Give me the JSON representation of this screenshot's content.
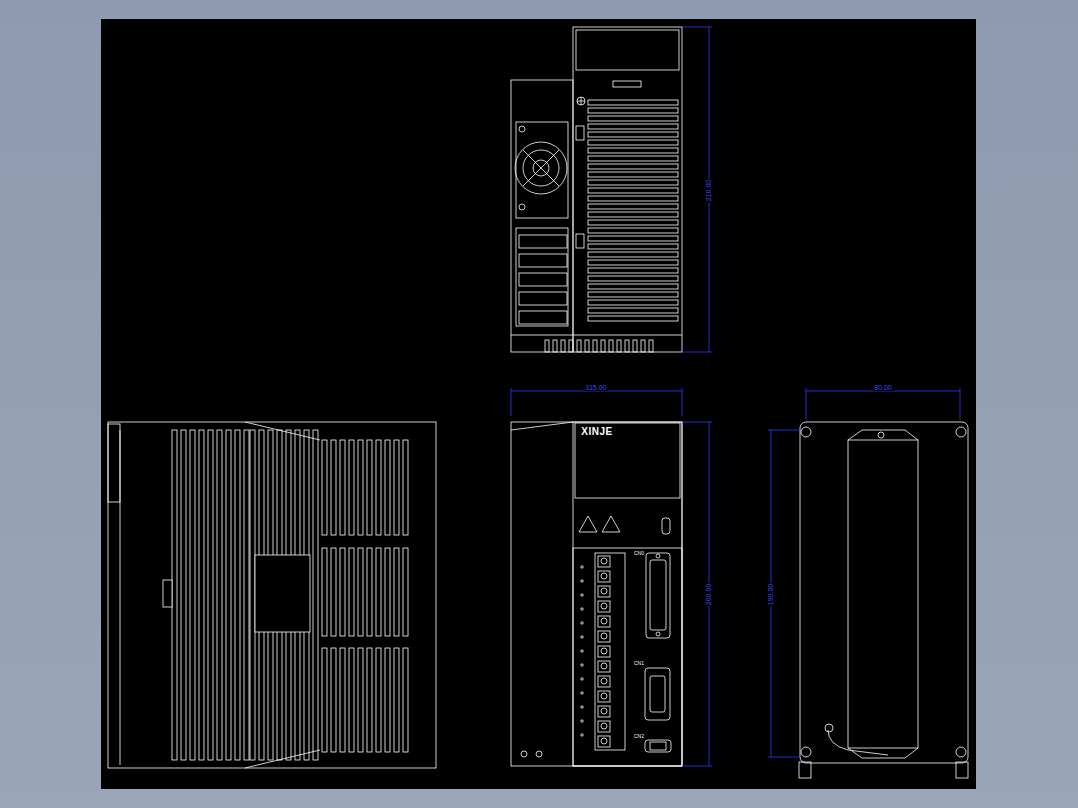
{
  "diagram": {
    "labels": [
      "210.00",
      "115.00",
      "200.00",
      "80.00",
      "190.00",
      "XINJE",
      "CN0",
      "CN1",
      "CN2"
    ]
  }
}
